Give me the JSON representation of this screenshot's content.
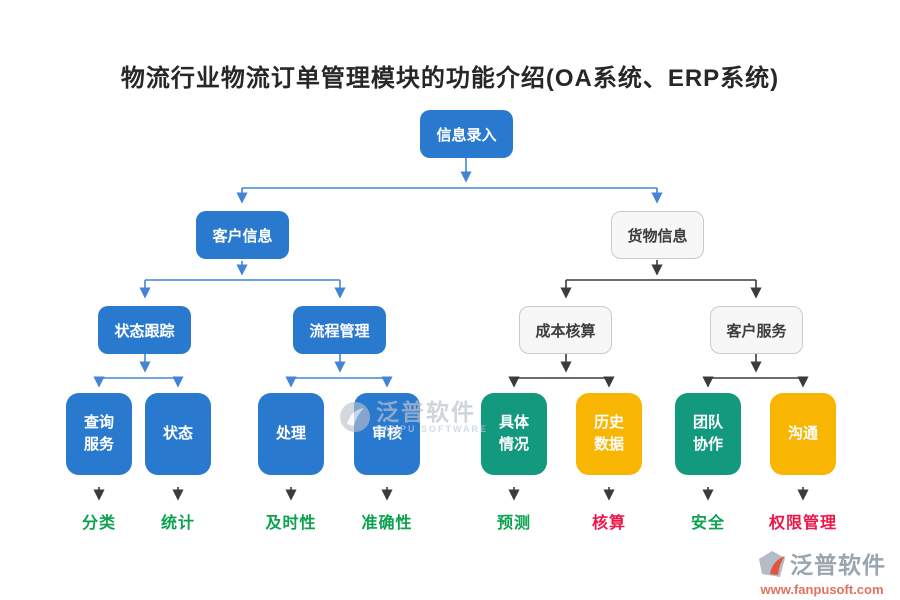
{
  "title": "物流行业物流订单管理模块的功能介绍(OA系统、ERP系统)",
  "tree": {
    "root": {
      "label": "信息录入"
    },
    "level2": [
      {
        "label": "客户信息"
      },
      {
        "label": "货物信息"
      }
    ],
    "level3": [
      {
        "label": "状态跟踪"
      },
      {
        "label": "流程管理"
      },
      {
        "label": "成本核算"
      },
      {
        "label": "客户服务"
      }
    ],
    "level4": [
      {
        "label": "查询服务"
      },
      {
        "label": "状态"
      },
      {
        "label": "处理"
      },
      {
        "label": "审核"
      },
      {
        "label": "具体情况"
      },
      {
        "label": "历史数据"
      },
      {
        "label": "团队协作"
      },
      {
        "label": "沟通"
      }
    ],
    "outcomes": [
      {
        "label": "分类",
        "color": "green"
      },
      {
        "label": "统计",
        "color": "green"
      },
      {
        "label": "及时性",
        "color": "green"
      },
      {
        "label": "准确性",
        "color": "green"
      },
      {
        "label": "预测",
        "color": "green"
      },
      {
        "label": "核算",
        "color": "red"
      },
      {
        "label": "安全",
        "color": "green"
      },
      {
        "label": "权限管理",
        "color": "red"
      }
    ]
  },
  "colors": {
    "node_blue": "#2979cf",
    "node_green": "#13997d",
    "node_yellow": "#f8b501",
    "node_neutral_bg": "#f7f7f7",
    "connector_blue": "#4285d7",
    "connector_dark": "#3b3b3b",
    "outcome_green": "#0aa24e",
    "outcome_red": "#ef1548"
  },
  "watermark_center": {
    "brand": "泛普软件",
    "sub": "FANPU SOFTWARE"
  },
  "watermark_corner": {
    "brand": "泛普软件",
    "url": "www.fanpusoft.com"
  }
}
